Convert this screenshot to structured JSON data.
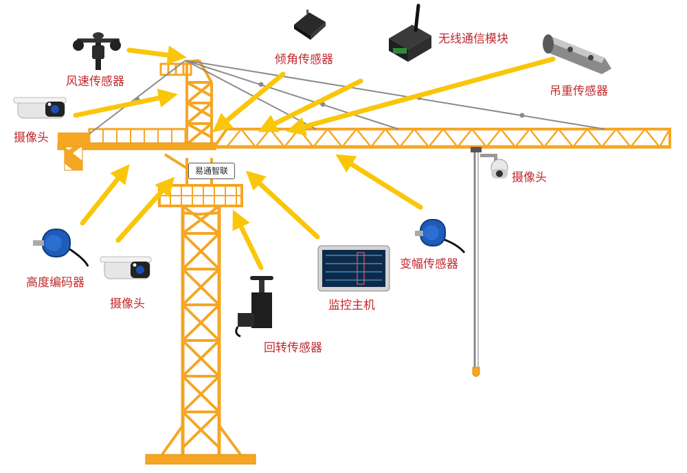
{
  "labels": {
    "wind": "风速传感器",
    "tilt": "倾角传感器",
    "wireless": "无线通信模块",
    "hoist_weight": "吊重传感器",
    "camera_left": "摄像头",
    "camera_hook": "摄像头",
    "height_encoder": "高度编码器",
    "camera_bottom": "摄像头",
    "slewing": "回转传感器",
    "monitor": "监控主机",
    "luffing": "变幅传感器"
  },
  "cab_label": "易通智联",
  "colors": {
    "crane": "#f5a623",
    "crane_edge": "#e58e0c",
    "arrow": "#fac60a",
    "label": "#c0282d",
    "cable": "#8a8a8a"
  }
}
